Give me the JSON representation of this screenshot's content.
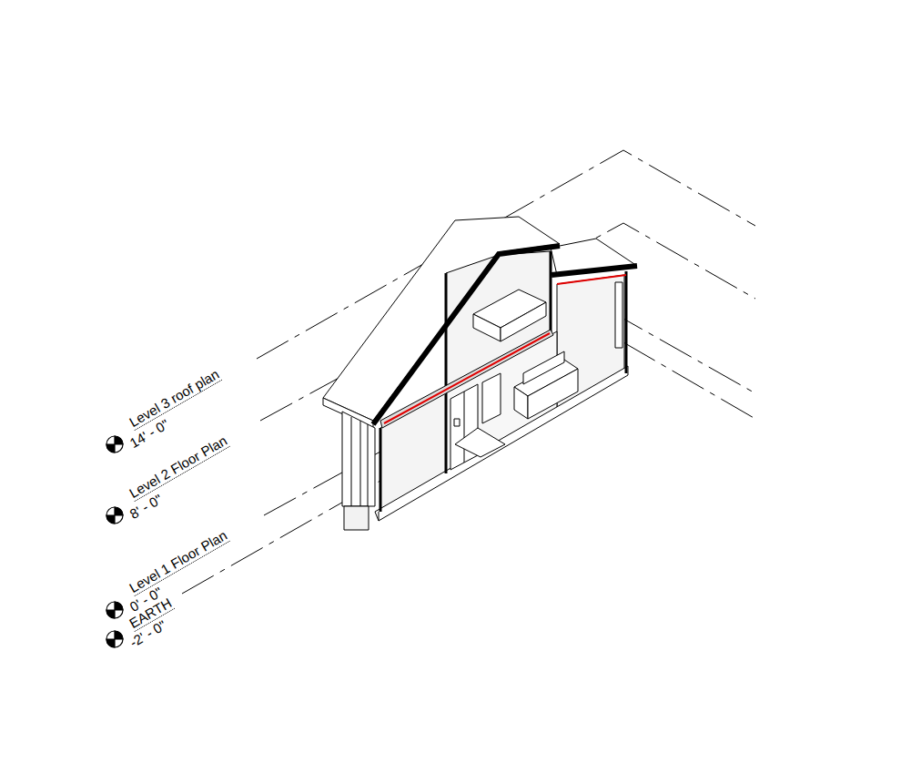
{
  "diagram": {
    "labels": [
      "Level 3 roof plan",
      "14' - 0\"",
      "Level 2 Floor Plan",
      "8' - 0\"",
      "Level 1 Floor Plan",
      "0' - 0\"",
      "EARTH",
      "-2' - 0\""
    ]
  }
}
